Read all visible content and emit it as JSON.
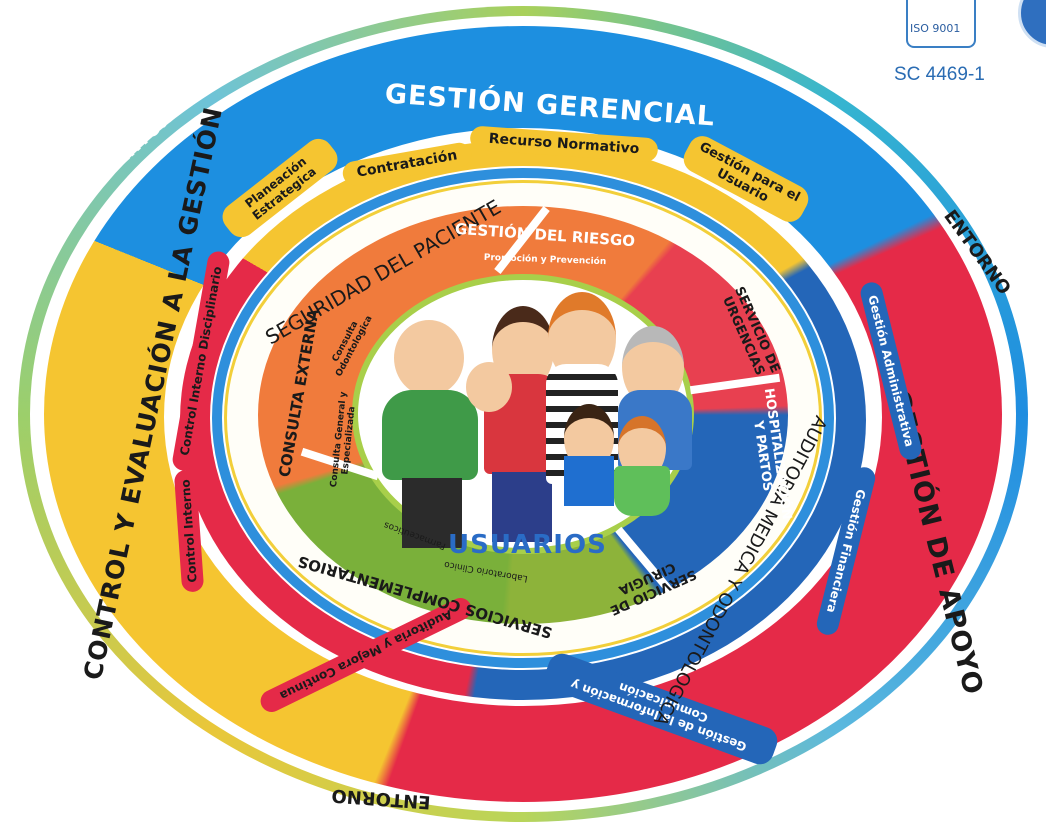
{
  "title": "GESTIÓN GERENCIAL",
  "entorno_labels": [
    "ENTORNO",
    "ENTORNO",
    "ENTORNO"
  ],
  "gerencial_items": [
    "Planeación Estrategica",
    "Contratación",
    "Recurso Normativo",
    "Gestión para el Usuario"
  ],
  "apoyo": {
    "title": "GESTIÓN DE APOYO",
    "items": [
      "Gestión Administrativa",
      "Gestión Financiera",
      "Gestión de la Información y Comunicación"
    ]
  },
  "control": {
    "title": "CONTROL Y EVALUACIÓN A LA GESTIÓN",
    "items": [
      "Control Interno Disciplinario",
      "Control Interno",
      "Auditoria y Mejora Continua"
    ]
  },
  "seguridad": "SEGURIDAD DEL PACIENTE",
  "auditoria": "AUDITORIA MEDICA Y ODONTOLOGICA",
  "inner": {
    "riesgo": "GESTIÓN DEL RIESGO",
    "riesgo_sub": "Promoción y Prevención",
    "urgencias": "SERVICIO DE URGENCIAS",
    "hospitalizacion": "HOSPITALIZACIÓN Y PARTOS",
    "cirugia": "SERVICIO DE CIRUGIA",
    "complementarios": "SERVICIOS COMPLEMENTARIOS",
    "complementarios_sub": [
      "Laboratorio Clinico",
      "Farmaceuticos"
    ],
    "consulta": "CONSULTA EXTERNA",
    "consulta_sub": [
      "Consulta Odontologica",
      "Consulta General y Especializada"
    ]
  },
  "center": "USUARIOS",
  "cert": {
    "iso": "ISO 9001",
    "code": "SC 4469-1"
  },
  "colors": {
    "blue": "#1d8fe0",
    "yellow": "#f5c531",
    "red": "#e52a48",
    "green": "#9cc44a",
    "orange": "#f07b3c",
    "darkblue": "#2466b8",
    "olive": "#8db33a",
    "teal": "#3fb5c9"
  }
}
